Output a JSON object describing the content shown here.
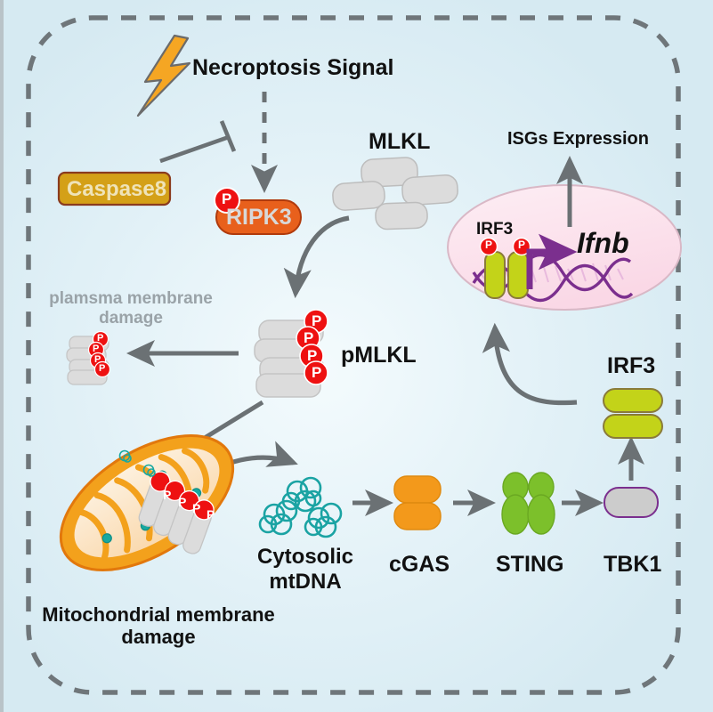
{
  "figure": {
    "type": "biological-signaling-pathway",
    "title": "Necroptosis-mtDNA-cGAS-STING-IRF3 pathway",
    "background_color": "#d6eaf2",
    "cell_membrane_color": "#6f767a"
  },
  "labels": {
    "necroptosis_signal": "Necroptosis Signal",
    "caspase8": "Caspase8",
    "ripk3": "RIPK3",
    "mlkl": "MLKL",
    "pmlkl": "pMLKL",
    "plasma_membrane_damage": "plamsma membrane\ndamage",
    "mito_membrane_damage": "Mitochondrial membrane\ndamage",
    "cytosolic_mtdna": "Cytosolic\nmtDNA",
    "cgas": "cGAS",
    "sting": "STING",
    "tbk1": "TBK1",
    "irf3_cytosol": "IRF3",
    "irf3_nucleus": "IRF3",
    "ifnb": "Ifnb",
    "isgs_expression": "ISGs Expression",
    "phospho": "P"
  },
  "colors": {
    "caspase8_fill": "#d4a017",
    "caspase8_stroke": "#8a3b1e",
    "caspase8_text": "#efe3b8",
    "ripk3_fill": "#e8601c",
    "ripk3_stroke": "#b03a0c",
    "ripk3_text": "#d8d8d8",
    "phospho_fill": "#ee1111",
    "mlkl_fill": "#dcdcdc",
    "mlkl_stroke": "#b6b6b6",
    "mito_fill": "#f3a11c",
    "mito_inner": "#fbe3c2",
    "mtdna_teal": "#1aa3a3",
    "cgas_fill": "#f3991b",
    "sting_fill": "#7cc02b",
    "tbk1_fill": "#cccccc",
    "tbk1_stroke": "#7b2f8e",
    "irf3_fill": "#c3d319",
    "irf3_stroke": "#8a7b3a",
    "nucleus_fill": "#fbe0ea",
    "nucleus_stroke": "#c9a8b4",
    "dna_purple": "#7b2f8e",
    "dna_light": "#e8b9dd",
    "arrow_gray": "#6b7174",
    "lightning": "#f5a623"
  },
  "elements": {
    "lightning_bolt": "lightning-bolt-icon",
    "cell_membrane": "dashed-rounded-rect",
    "nucleus": "pink-ellipse",
    "mitochondrion": "orange-ellipse-with-cristae",
    "dna_helix": "double-helix",
    "promoter_arrow": "bent-purple-arrow"
  },
  "arrows": [
    {
      "name": "signal-to-ripk3",
      "style": "dashed",
      "from": "Necroptosis Signal",
      "to": "RIPK3"
    },
    {
      "name": "caspase8-inhibits-ripk3",
      "style": "inhibition-tbar",
      "from": "Caspase8",
      "to": "RIPK3"
    },
    {
      "name": "mlkl-to-pmlkl",
      "style": "curved",
      "from": "MLKL",
      "to": "pMLKL"
    },
    {
      "name": "pmlkl-to-plasma-membrane",
      "style": "straight",
      "from": "pMLKL",
      "to": "plamsma membrane damage"
    },
    {
      "name": "pmlkl-to-mitochondria",
      "style": "straight",
      "from": "pMLKL",
      "to": "Mitochondria"
    },
    {
      "name": "mito-to-mtdna",
      "style": "curved",
      "from": "Mitochondria",
      "to": "Cytosolic mtDNA"
    },
    {
      "name": "mtdna-to-cgas",
      "style": "straight",
      "from": "Cytosolic mtDNA",
      "to": "cGAS"
    },
    {
      "name": "cgas-to-sting",
      "style": "straight",
      "from": "cGAS",
      "to": "STING"
    },
    {
      "name": "sting-to-tbk1",
      "style": "straight",
      "from": "STING",
      "to": "TBK1"
    },
    {
      "name": "tbk1-to-irf3",
      "style": "straight",
      "from": "TBK1",
      "to": "IRF3"
    },
    {
      "name": "irf3-to-nucleus",
      "style": "curved",
      "from": "IRF3",
      "to": "Nucleus"
    },
    {
      "name": "ifnb-to-isgs",
      "style": "straight",
      "from": "Ifnb",
      "to": "ISGs Expression"
    }
  ]
}
